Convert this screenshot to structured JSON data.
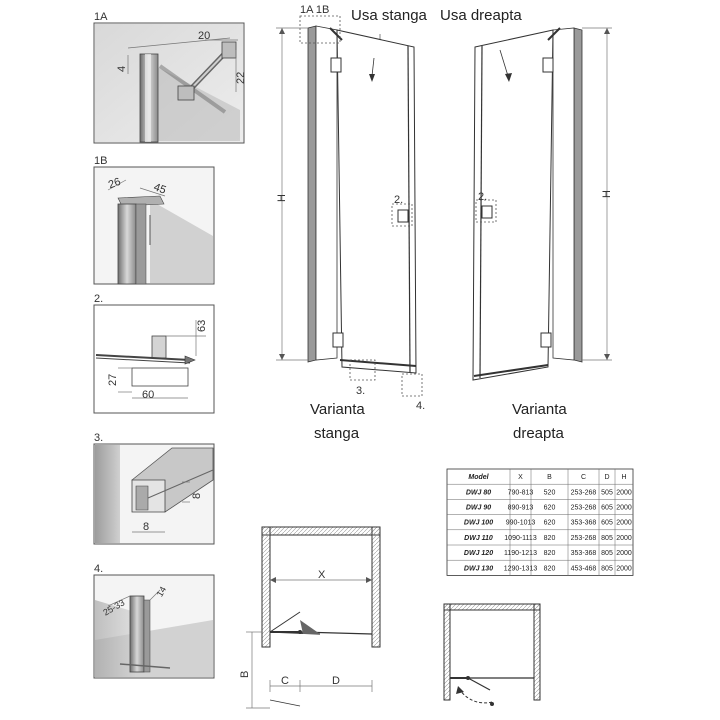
{
  "titles": {
    "usa_stanga": "Usa stanga",
    "usa_dreapta": "Usa dreapta",
    "varianta_stanga_1": "Varianta",
    "varianta_stanga_2": "stanga",
    "varianta_dreapta_1": "Varianta",
    "varianta_dreapta_2": "dreapta"
  },
  "callouts": {
    "c1a1b": "1A 1B",
    "c2a": "2.",
    "c2b": "2.",
    "c3": "3.",
    "c4": "4.",
    "h_left": "H",
    "h_right": "H"
  },
  "details": {
    "d1a": {
      "label": "1A",
      "dims": [
        "20",
        "4",
        "22"
      ]
    },
    "d1b": {
      "label": "1B",
      "dims": [
        "26",
        "45"
      ]
    },
    "d2": {
      "label": "2.",
      "dims": [
        "63",
        "27",
        "60"
      ]
    },
    "d3": {
      "label": "3.",
      "dims": [
        "8",
        "8"
      ]
    },
    "d4": {
      "label": "4.",
      "dims": [
        "25-33",
        "14"
      ]
    }
  },
  "plan": {
    "x": "X",
    "b": "B",
    "c": "C",
    "d": "D"
  },
  "table": {
    "headers": [
      "Model",
      "X",
      "B",
      "C",
      "D",
      "H"
    ],
    "rows": [
      [
        "DWJ 80",
        "790-813",
        "520",
        "253-268",
        "505",
        "2000"
      ],
      [
        "DWJ 90",
        "890-913",
        "620",
        "253-268",
        "605",
        "2000"
      ],
      [
        "DWJ 100",
        "990-1013",
        "620",
        "353-368",
        "605",
        "2000"
      ],
      [
        "DWJ 110",
        "1090-1113",
        "820",
        "253-268",
        "805",
        "2000"
      ],
      [
        "DWJ 120",
        "1190-1213",
        "820",
        "353-368",
        "805",
        "2000"
      ],
      [
        "DWJ 130",
        "1290-1313",
        "820",
        "453-468",
        "805",
        "2000"
      ]
    ]
  }
}
